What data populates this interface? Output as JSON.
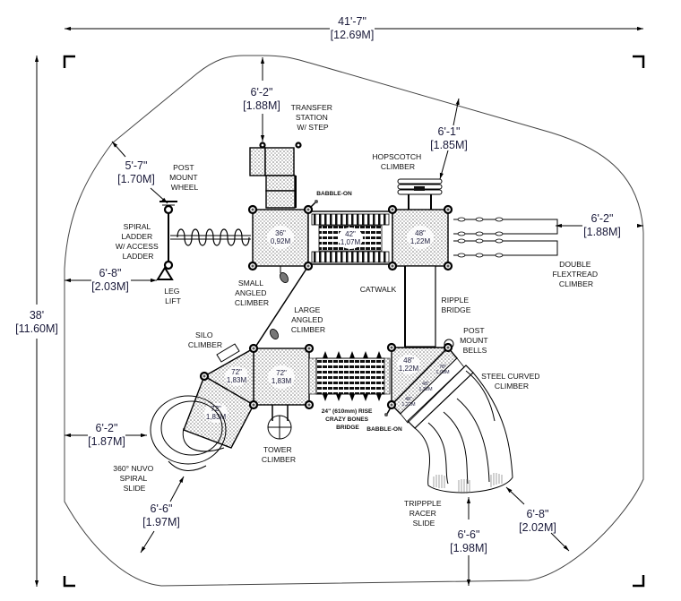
{
  "title": "Playground Equipment Site Plan",
  "overall_dimensions": {
    "width": {
      "imperial": "41'-7\"",
      "metric": "[12.69M]"
    },
    "depth": {
      "imperial": "38'",
      "metric": "[11.60M]"
    }
  },
  "clearance_dimensions": [
    {
      "id": "top",
      "imperial": "6'-2\"",
      "metric": "[1.88M]"
    },
    {
      "id": "top-left",
      "imperial": "5'-7\"",
      "metric": "[1.70M]"
    },
    {
      "id": "top-right",
      "imperial": "6'-1\"",
      "metric": "[1.85M]"
    },
    {
      "id": "right",
      "imperial": "6'-2\"",
      "metric": "[1.88M]"
    },
    {
      "id": "left-upper",
      "imperial": "6'-8\"",
      "metric": "[2.03M]"
    },
    {
      "id": "left-lower",
      "imperial": "6'-2\"",
      "metric": "[1.87M]"
    },
    {
      "id": "bottom-left",
      "imperial": "6'-6\"",
      "metric": "[1.97M]"
    },
    {
      "id": "bottom",
      "imperial": "6'-6\"",
      "metric": "[1.98M]"
    },
    {
      "id": "bottom-right",
      "imperial": "6'-8\"",
      "metric": "[2.02M]"
    }
  ],
  "decks": [
    {
      "id": "deck-36",
      "height_in": "36\"",
      "height_m": "0,92M"
    },
    {
      "id": "deck-42",
      "height_in": "42\"",
      "height_m": "1,07M"
    },
    {
      "id": "deck-48-top",
      "height_in": "48\"",
      "height_m": "1,22M"
    },
    {
      "id": "deck-72-left",
      "height_in": "72\"",
      "height_m": "1,83M"
    },
    {
      "id": "deck-72-center",
      "height_in": "72\"",
      "height_m": "1,83M"
    },
    {
      "id": "deck-72-bottom",
      "height_in": "72\"",
      "height_m": "1,83M"
    },
    {
      "id": "deck-48-bottom",
      "height_in": "48\"",
      "height_m": "1,22M"
    },
    {
      "id": "step-78",
      "height_in": "78\"",
      "height_m": "1,98M"
    },
    {
      "id": "step-48-a",
      "height_in": "48\"",
      "height_m": "1,22M"
    },
    {
      "id": "step-48-b",
      "height_in": "48\"",
      "height_m": "1,22M"
    }
  ],
  "components": [
    {
      "id": "transfer-station",
      "lines": [
        "TRANSFER",
        "STATION",
        "W/ STEP"
      ]
    },
    {
      "id": "post-mount-wheel",
      "lines": [
        "POST",
        "MOUNT",
        "WHEEL"
      ]
    },
    {
      "id": "hopscotch-climber",
      "lines": [
        "HOPSCOTCH",
        "CLIMBER"
      ]
    },
    {
      "id": "babble-on-top",
      "lines": [
        "BABBLE-ON"
      ]
    },
    {
      "id": "spiral-ladder",
      "lines": [
        "SPIRAL",
        "LADDER",
        "W/ ACCESS",
        "LADDER"
      ]
    },
    {
      "id": "leg-lift",
      "lines": [
        "LEG",
        "LIFT"
      ]
    },
    {
      "id": "small-angled-climber",
      "lines": [
        "SMALL",
        "ANGLED",
        "CLIMBER"
      ]
    },
    {
      "id": "large-angled-climber",
      "lines": [
        "LARGE",
        "ANGLED",
        "CLIMBER"
      ]
    },
    {
      "id": "catwalk",
      "lines": [
        "CATWALK"
      ]
    },
    {
      "id": "ripple-bridge",
      "lines": [
        "RIPPLE",
        "BRIDGE"
      ]
    },
    {
      "id": "double-flextread-climber",
      "lines": [
        "DOUBLE",
        "FLEXTREAD",
        "CLIMBER"
      ]
    },
    {
      "id": "post-mount-bells",
      "lines": [
        "POST",
        "MOUNT",
        "BELLS"
      ]
    },
    {
      "id": "silo-climber",
      "lines": [
        "SILO",
        "CLIMBER"
      ]
    },
    {
      "id": "steel-curved-climber",
      "lines": [
        "STEEL CURVED",
        "CLIMBER"
      ]
    },
    {
      "id": "crazy-bones-bridge",
      "lines": [
        "24\" (610mm) RISE",
        "CRAZY BONES",
        "BRIDGE"
      ]
    },
    {
      "id": "babble-on-bottom",
      "lines": [
        "BABBLE-ON"
      ]
    },
    {
      "id": "tower-climber",
      "lines": [
        "TOWER",
        "CLIMBER"
      ]
    },
    {
      "id": "spiral-slide",
      "lines": [
        "360° NUVO",
        "SPIRAL",
        "SLIDE"
      ]
    },
    {
      "id": "tripple-racer-slide",
      "lines": [
        "TRIPPPLE",
        "RACER",
        "SLIDE"
      ]
    }
  ]
}
